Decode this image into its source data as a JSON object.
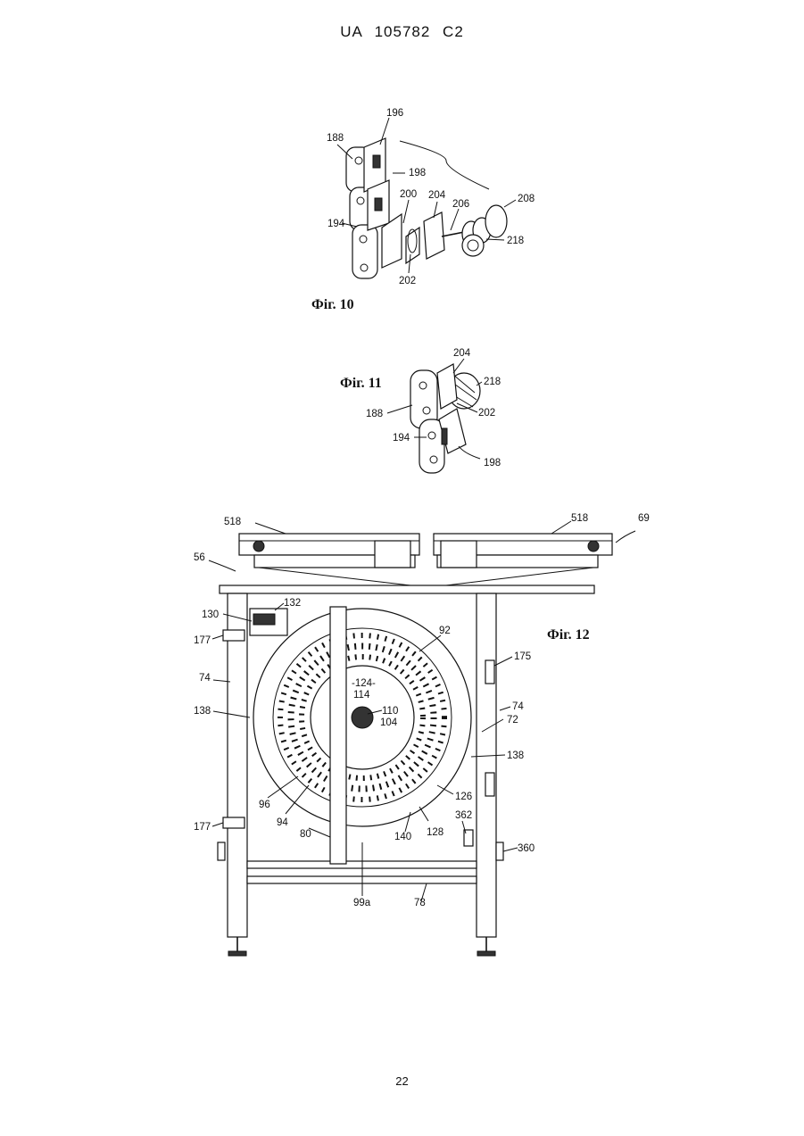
{
  "header": "UA 105782 C2",
  "page_number": "22",
  "figures": {
    "fig10": {
      "caption": "Фіг. 10",
      "labels": [
        "196",
        "188",
        "198",
        "194",
        "200",
        "204",
        "206",
        "208",
        "218",
        "202"
      ]
    },
    "fig11": {
      "caption": "Фіг. 11",
      "labels": [
        "204",
        "218",
        "188",
        "202",
        "194",
        "198"
      ]
    },
    "fig12": {
      "caption": "Фіг. 12",
      "labels": [
        "518",
        "518",
        "69",
        "56",
        "132",
        "130",
        "177",
        "92",
        "175",
        "74",
        "-124-",
        "114",
        "138",
        "110",
        "104",
        "74",
        "72",
        "138",
        "96",
        "94",
        "126",
        "362",
        "177",
        "80",
        "140",
        "128",
        "360",
        "99a",
        "78"
      ]
    }
  }
}
